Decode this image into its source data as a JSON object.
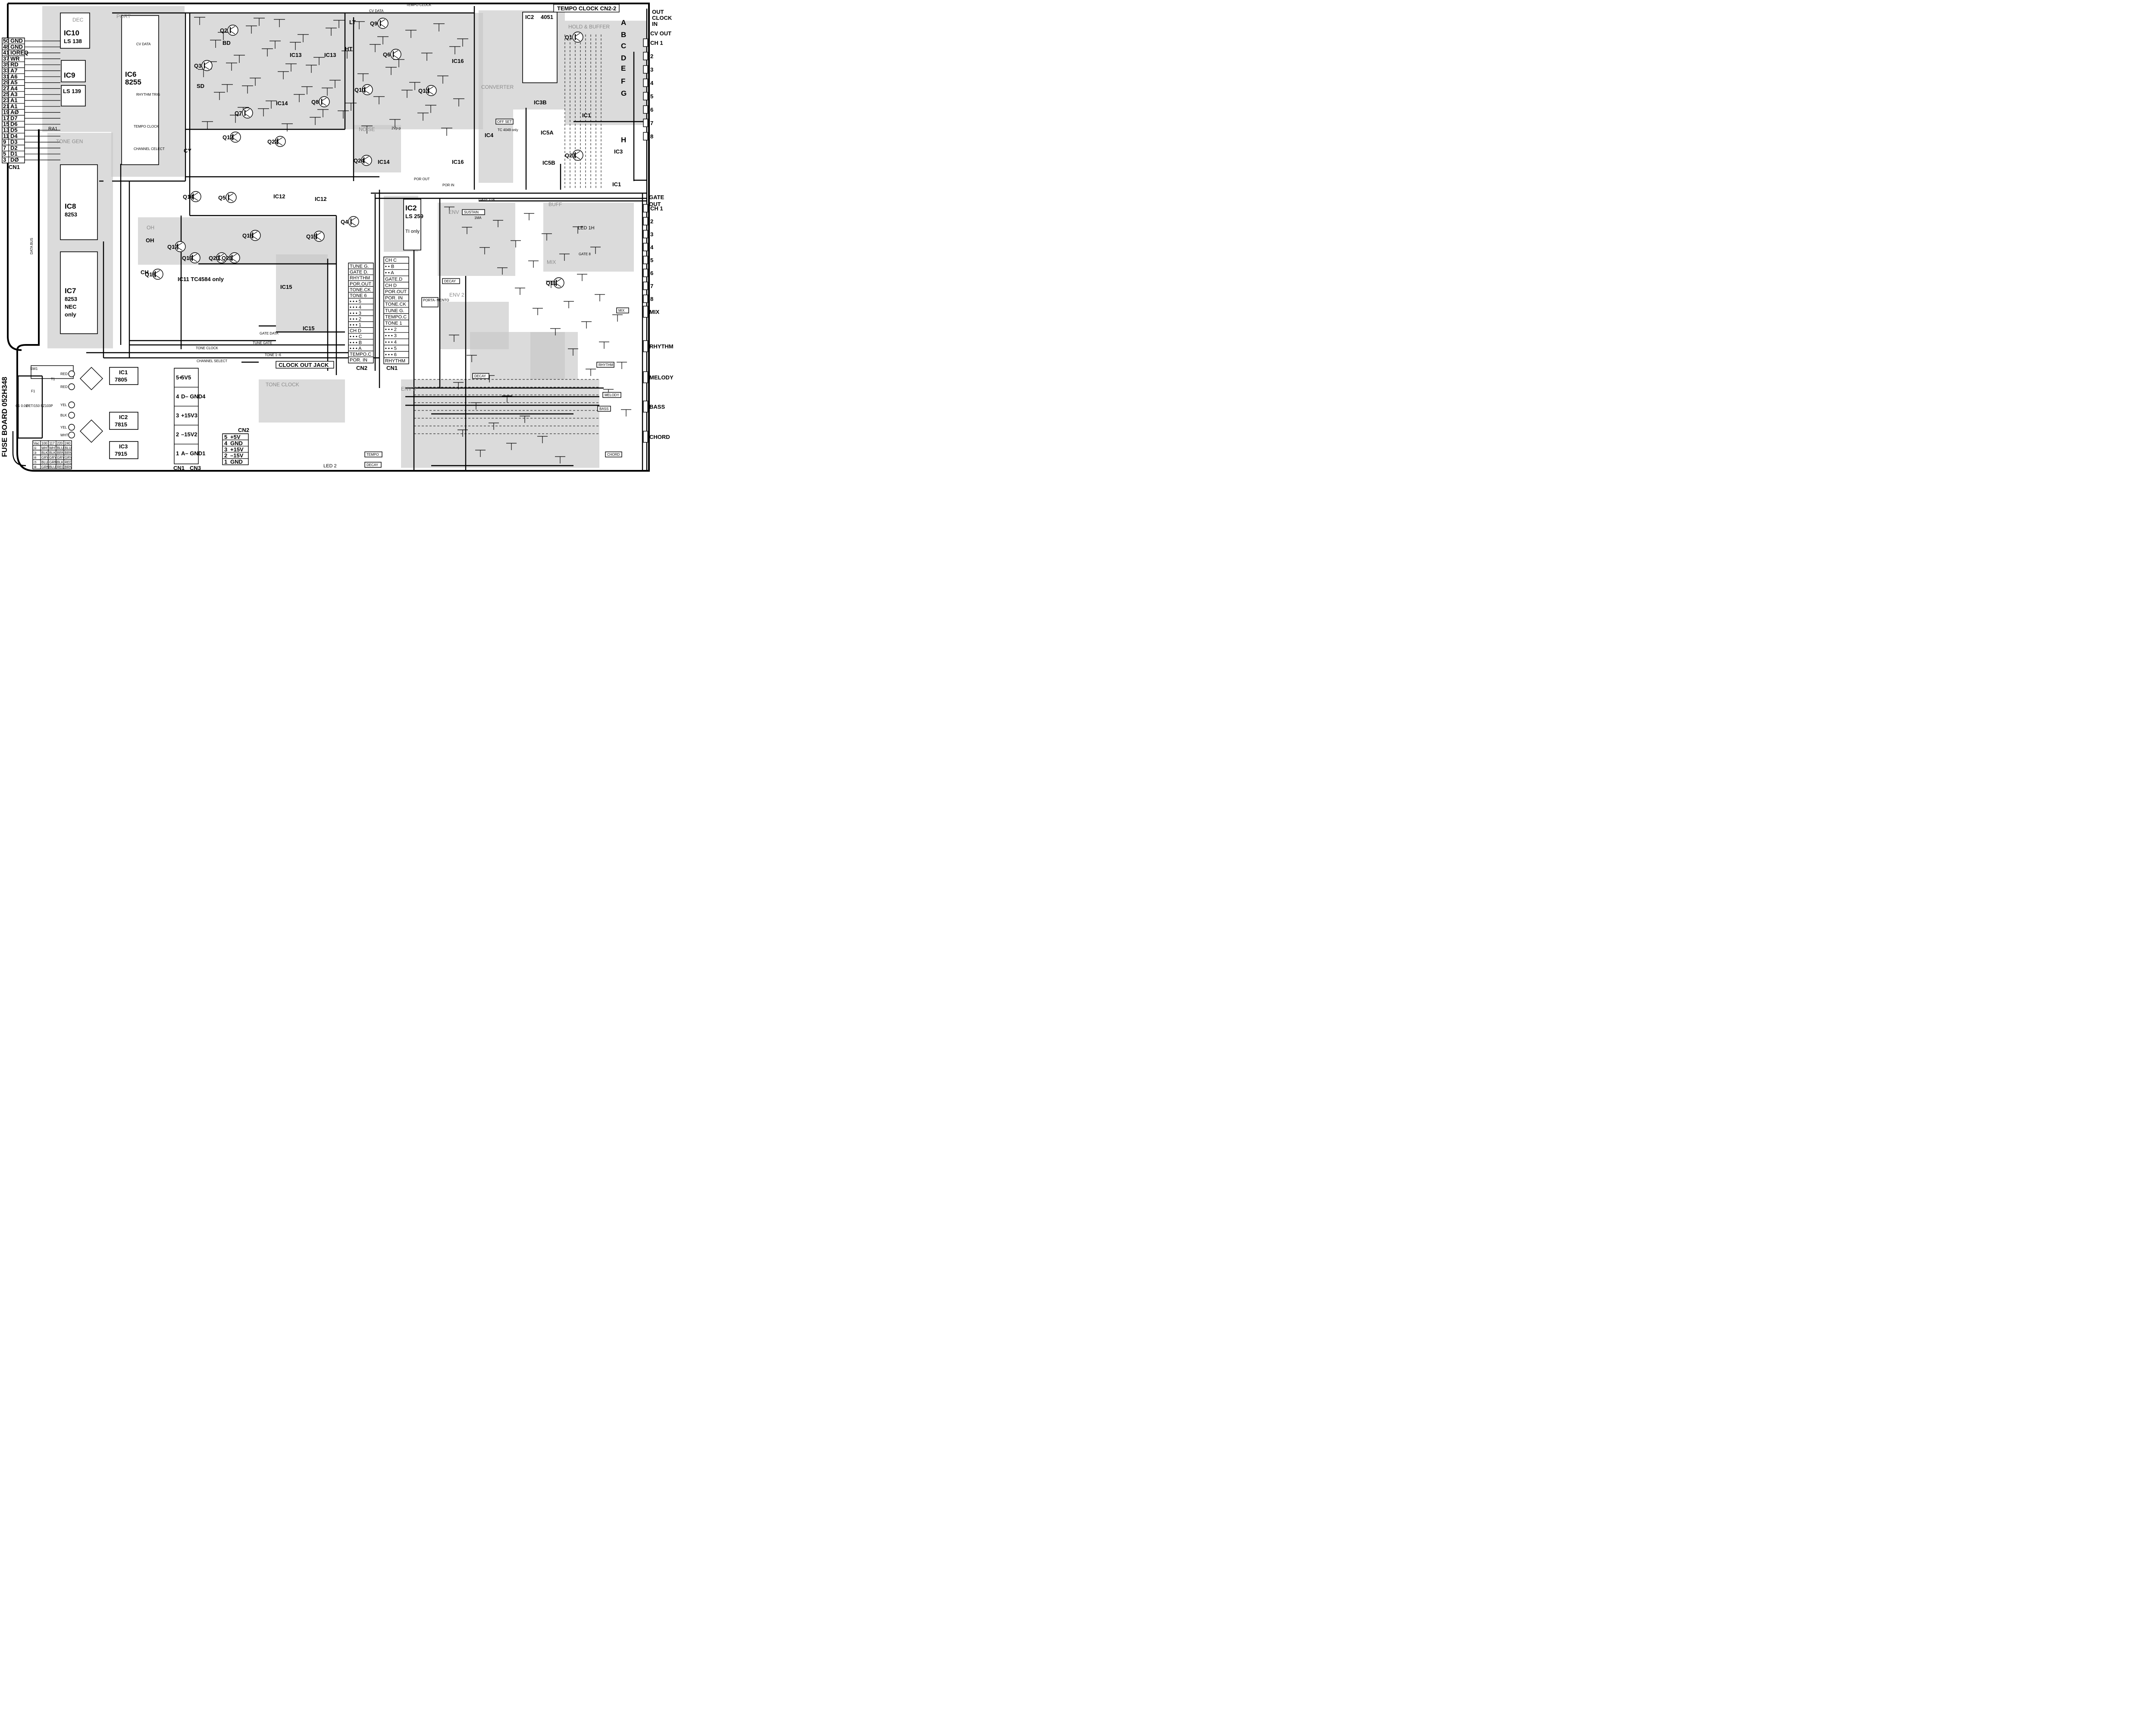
{
  "board_title": "FUSE BOARD 052H348",
  "header": {
    "tempo_clock": "TEMPO CLOCK",
    "tempo_clock_cn": "TEMPO CLOCK CN2-2"
  },
  "cn1_pins": [
    {
      "num": "50",
      "name": "GND"
    },
    {
      "num": "48",
      "name": "GND"
    },
    {
      "num": "41",
      "name": "IOREQ"
    },
    {
      "num": "37",
      "name": "WR"
    },
    {
      "num": "35",
      "name": "RD"
    },
    {
      "num": "33",
      "name": "A7"
    },
    {
      "num": "31",
      "name": "A6"
    },
    {
      "num": "29",
      "name": "A5"
    },
    {
      "num": "27",
      "name": "A4"
    },
    {
      "num": "25",
      "name": "A3"
    },
    {
      "num": "23",
      "name": "A1"
    },
    {
      "num": "21",
      "name": "A1"
    },
    {
      "num": "19",
      "name": "AØ"
    },
    {
      "num": "17",
      "name": "D7"
    },
    {
      "num": "15",
      "name": "D6"
    },
    {
      "num": "13",
      "name": "D5"
    },
    {
      "num": "11",
      "name": "D4"
    },
    {
      "num": "9",
      "name": "D3"
    },
    {
      "num": "7",
      "name": "D2"
    },
    {
      "num": "5",
      "name": "D1"
    },
    {
      "num": "3",
      "name": "DØ"
    }
  ],
  "cn1_label": "CN1",
  "chips": {
    "ic10": {
      "name": "IC10",
      "part": "LS 138"
    },
    "ic9": {
      "name": "IC9"
    },
    "ls139": {
      "part": "LS 139"
    },
    "ic6": {
      "name": "IC6",
      "part": "8255",
      "cv": "CV DATA",
      "rhythm": "RHYTHM TRIG",
      "tempo": "TEMPO CLOCK",
      "channel": "CHANNEL CELECT"
    },
    "ic8": {
      "name": "IC8",
      "part": "8253"
    },
    "ic7": {
      "name": "IC7",
      "part": "8253",
      "note1": "NEC",
      "note2": "only"
    },
    "ic2_4051": {
      "name": "IC2",
      "part": "4051"
    },
    "ic2_ls259": {
      "name": "IC2",
      "part": "LS 259",
      "note": "TI only"
    },
    "ic11": {
      "note": "IC11 TC4584 only"
    },
    "ic13": {
      "name": "IC13"
    },
    "ic14": {
      "name": "IC14"
    },
    "ic12": {
      "name": "IC12"
    },
    "ic15": {
      "name": "IC15"
    },
    "ic16": {
      "name": "IC16"
    },
    "ic3b": {
      "name": "IC3B"
    },
    "ic5a": {
      "name": "IC5A"
    },
    "ic5b": {
      "name": "IC5B"
    },
    "ic4": {
      "name": "IC4"
    },
    "ic1": {
      "name": "IC1"
    },
    "ic3": {
      "name": "IC3"
    },
    "tc4049": {
      "name": "TC 4049 only"
    }
  },
  "regulators": [
    {
      "name": "IC1",
      "part": "7805"
    },
    {
      "name": "IC2",
      "part": "7815"
    },
    {
      "name": "IC3",
      "part": "7915"
    }
  ],
  "section_labels": {
    "tone_gen": "TONE GEN",
    "port": "PORT",
    "dec": "DEC",
    "noise": "NOISE",
    "hold_buffer": "HOLD & BUFFER",
    "buffer": "BUFF",
    "mix": "MIX",
    "env": "ENV",
    "env2": "ENV 2",
    "env3": "ENV 3",
    "tone_clock": "TONE CLOCK",
    "data_bus": "DATA BUS",
    "converter": "CONVERTER",
    "offset": "OFF SET"
  },
  "signals": {
    "cv_data": "CV DATA",
    "gate_data": "GATE DATA",
    "tone_clock": "TONE CLOCK",
    "tune_gate": "TUNE GATE",
    "tone_1_6": "TONE 1~6",
    "channel_select": "CHANNEL SELECT",
    "por_out": "POR OUT",
    "por_in": "POR IN",
    "gate_1_8": "GATE 1~8",
    "gate_8": "GATE 8",
    "clock_out_jack": "CLOCK OUT JACK",
    "cn2": "CN2",
    "cn1": "CN1",
    "cn3": "CN3",
    "vr_vpp": "2Vp-p",
    "ims": "1MA",
    "portamento": "PORTA- MENTO"
  },
  "drum_labels": [
    "BD",
    "SD",
    "HT",
    "LT",
    "CY",
    "OH",
    "CH"
  ],
  "cn2_mid_pins": [
    "TUNE G.",
    "GATE D.",
    "RHYTHM",
    "POR.OUT",
    "TONE.CK",
    "TONE 6",
    "• • • 5",
    "• • • 4",
    "• • • 3",
    "• • • 2",
    "• • • 1",
    "CH D",
    "• • • C",
    "• • • B",
    "• • • A",
    "TEMPO.C",
    "POR. IN"
  ],
  "cn1_mid_pins": [
    "CH C",
    "• • B",
    "• • A",
    "GATE.D",
    "CH D",
    "POR.OUT",
    "POR. IN",
    "TONE.CK",
    "TUNE G.",
    "TEMPO.C",
    "TONE 1",
    "• • • 2",
    "• • • 3",
    "• • • 4",
    "• • • 5",
    "• • • 6",
    "RHYTHM"
  ],
  "power_conn_cn1": [
    {
      "l": "5+",
      "r": "5V5"
    },
    {
      "l": "4",
      "r": "D– GND4"
    },
    {
      "l": "3",
      "r": "+15V3"
    },
    {
      "l": "2",
      "r": "–15V2"
    },
    {
      "l": "1",
      "r": "A– GND1"
    }
  ],
  "power_conn_cn2": [
    {
      "l": "5",
      "r": "+5V"
    },
    {
      "l": "4",
      "r": "GND"
    },
    {
      "l": "3",
      "r": "+15V"
    },
    {
      "l": "2",
      "r": "–15V"
    },
    {
      "l": "1",
      "r": "GND"
    }
  ],
  "right_outputs": {
    "out_clock": [
      "OUT",
      "CLOCK",
      "IN"
    ],
    "cv_out": "CV OUT",
    "cv_channels": [
      "CH 1",
      "2",
      "3",
      "4",
      "5",
      "6",
      "7",
      "8"
    ],
    "gate_out": [
      "GATE",
      "OUT"
    ],
    "gate_channels": [
      "CH 1",
      "2",
      "3",
      "4",
      "5",
      "6",
      "7",
      "8"
    ],
    "audio": [
      "MIX",
      "RHYTHM",
      "MELODY",
      "BASS",
      "CHORD"
    ]
  },
  "hold_letters": [
    "A",
    "B",
    "C",
    "D",
    "E",
    "F",
    "G",
    "H"
  ],
  "knob_labels": {
    "sustain": "SUSTAIN",
    "decay": "DECAY",
    "rhythm": "RHYTHM",
    "melody": "MELODY",
    "bass": "BASS",
    "chord": "CHORD",
    "mix": "MIX",
    "tempo": "TEMPO"
  },
  "fuse": {
    "sw1": "SW1",
    "f1": "F1",
    "t1": "T1",
    "fuse_part": "ØET/150 FZ103P",
    "c1": "C1 0.01",
    "colors": [
      "RED",
      "RED",
      "YEL",
      "BLK",
      "YEL",
      "WHT"
    ],
    "voltage_table_header": [
      "Vac",
      "100",
      "117",
      "220",
      "240"
    ],
    "voltage_rows": [
      [
        "①",
        "WHT",
        "WHT",
        "BLU",
        "BLU"
      ],
      [
        "③",
        "BLK",
        "BLK",
        "BRN",
        "BRN"
      ],
      [
        "④",
        "GRY",
        "GRY",
        "GRY",
        "GRY"
      ],
      [
        "⑦",
        "BLU",
        "GRN",
        "BLK",
        "RED"
      ],
      [
        "⑧",
        "GRN",
        "BLU",
        "RED",
        "BRN"
      ]
    ]
  },
  "leds": [
    "LED 1H",
    "LED 2"
  ],
  "transistors": [
    "Q1",
    "Q2",
    "Q3",
    "Q4",
    "Q5",
    "Q6",
    "Q7",
    "Q8",
    "Q9",
    "Q10",
    "Q11",
    "Q12",
    "Q13",
    "Q14",
    "Q15",
    "Q16",
    "Q17",
    "Q18",
    "Q19",
    "Q20",
    "Q21",
    "Q22",
    "Q23",
    "Q24"
  ]
}
